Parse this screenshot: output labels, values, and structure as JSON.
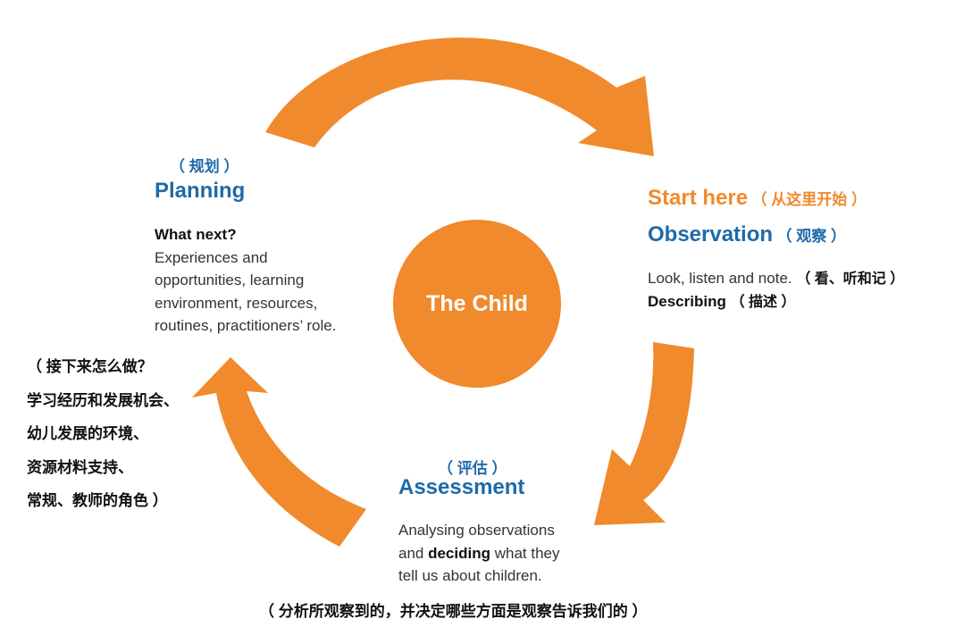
{
  "center": {
    "label": "The Child"
  },
  "colors": {
    "accent": "#f08a2c",
    "heading": "#1f6aa8",
    "text": "#333333"
  },
  "observation": {
    "start_label": "Start here",
    "start_zh": "（ 从这里开始 ）",
    "title": "Observation",
    "title_zh": "（ 观察 ）",
    "line1": "Look, listen and note.",
    "line1_zh": "（ 看、听和记 ）",
    "line2": "Describing",
    "line2_zh": "（ 描述 ）"
  },
  "assessment": {
    "title_zh": "（ 评估 ）",
    "title": "Assessment",
    "line1": "Analysing observations",
    "line2_pre": "and ",
    "line2_bold": "deciding",
    "line2_post": " what they",
    "line3": "tell us about children.",
    "caption_zh": "（ 分析所观察到的，并决定哪些方面是观察告诉我们的 ）"
  },
  "planning": {
    "title_zh": "（ 规划 ）",
    "title": "Planning",
    "subtitle": "What next?",
    "lines": [
      "Experiences and",
      "opportunities, learning",
      "environment, resources,",
      "routines, practitioners’ role."
    ],
    "zh_lines": [
      "（ 接下来怎么做？",
      "学习经历和发展机会、",
      "幼儿发展的环境、",
      "资源材料支持、",
      "常规、教师的角色 ）"
    ]
  }
}
